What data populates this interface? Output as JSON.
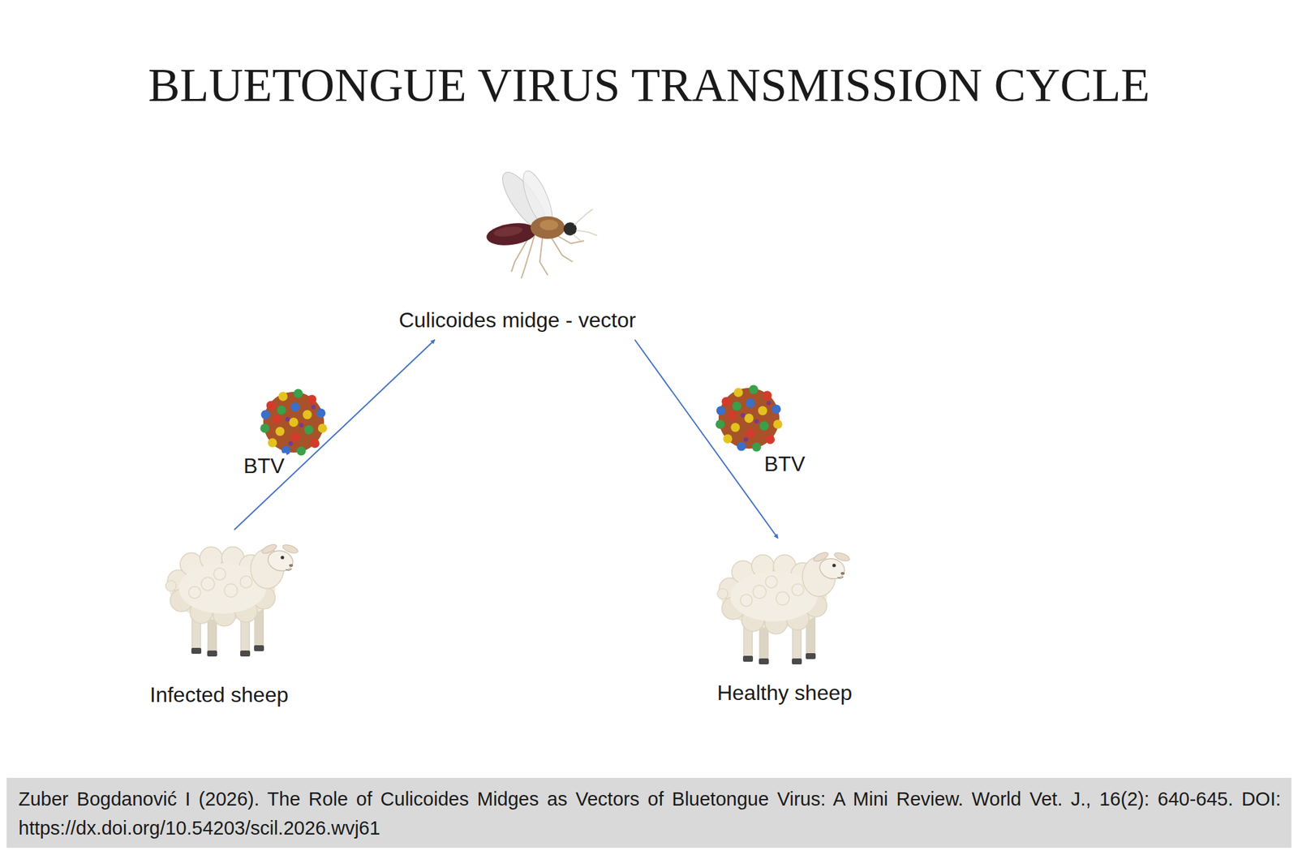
{
  "diagram": {
    "title": "BLUETONGUE VIRUS TRANSMISSION CYCLE",
    "caption": "Zuber Bogdanović I (2026). The Role of Culicoides Midges as Vectors of Bluetongue Virus: A Mini Review. World Vet. J., 16(2): 640-645. DOI: https://dx.doi.org/10.54203/scil.2026.wvj61",
    "nodes": [
      {
        "text": [
          "Culicoides midge - vector"
        ]
      },
      {
        "text": [
          "Infected sheep"
        ]
      },
      {
        "text": [
          "Healthy sheep"
        ]
      }
    ],
    "edges": [
      {
        "from": 1,
        "to": 0,
        "label": "BTV",
        "arrow": "to"
      },
      {
        "from": 0,
        "to": 2,
        "label": "BTV",
        "arrow": "to"
      }
    ]
  }
}
